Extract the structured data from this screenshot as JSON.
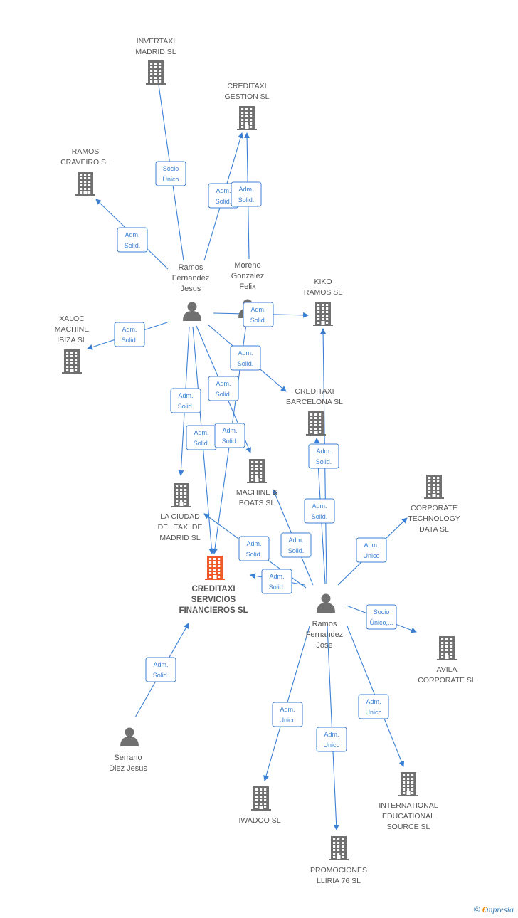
{
  "colors": {
    "edge": "#3b7fd3",
    "building": "#707070",
    "focus_building": "#f05a28",
    "person": "#707070",
    "label": "#555555"
  },
  "nodes": [
    {
      "id": "invertaxi",
      "kind": "company",
      "icon": "building-icon",
      "lines": [
        "INVERTAXI",
        "MADRID  SL"
      ]
    },
    {
      "id": "creditaxi_gestion",
      "kind": "company",
      "icon": "building-icon",
      "lines": [
        "CREDITAXI",
        "GESTION SL"
      ]
    },
    {
      "id": "ramos_craveiro",
      "kind": "company",
      "icon": "building-icon",
      "lines": [
        "RAMOS",
        "CRAVEIRO SL"
      ]
    },
    {
      "id": "ramos_fernandez_jesus",
      "kind": "person",
      "icon": "person-icon",
      "lines": [
        "Ramos",
        "Fernandez",
        "Jesus"
      ]
    },
    {
      "id": "moreno_gonzalez",
      "kind": "person",
      "icon": "person-icon",
      "lines": [
        "Moreno",
        "Gonzalez",
        "Felix"
      ]
    },
    {
      "id": "kiko_ramos",
      "kind": "company",
      "icon": "building-icon",
      "lines": [
        "KIKO",
        "RAMOS SL"
      ]
    },
    {
      "id": "xaloc",
      "kind": "company",
      "icon": "building-icon",
      "lines": [
        "XALOC",
        "MACHINE",
        "IBIZA SL"
      ]
    },
    {
      "id": "creditaxi_barcelona",
      "kind": "company",
      "icon": "building-icon",
      "lines": [
        "CREDITAXI",
        "BARCELONA SL"
      ]
    },
    {
      "id": "machine_boats",
      "kind": "company",
      "icon": "building-icon",
      "lines": [
        "MACHINE &",
        "BOATS SL"
      ]
    },
    {
      "id": "la_ciudad",
      "kind": "company",
      "icon": "building-icon",
      "lines": [
        "LA CIUDAD",
        "DEL TAXI DE",
        "MADRID  SL"
      ]
    },
    {
      "id": "corporate_tech",
      "kind": "company",
      "icon": "building-icon",
      "lines": [
        "CORPORATE",
        "TECHNOLOGY",
        "DATA SL"
      ]
    },
    {
      "id": "creditaxi_servicios",
      "kind": "focus",
      "icon": "building-icon",
      "lines": [
        "CREDITAXI",
        "SERVICIOS",
        "FINANCIEROS SL"
      ]
    },
    {
      "id": "ramos_fernandez_jose",
      "kind": "person",
      "icon": "person-icon",
      "lines": [
        "Ramos",
        "Fernandez",
        "Jose"
      ]
    },
    {
      "id": "avila",
      "kind": "company",
      "icon": "building-icon",
      "lines": [
        "AVILA",
        "CORPORATE SL"
      ]
    },
    {
      "id": "serrano",
      "kind": "person",
      "icon": "person-icon",
      "lines": [
        "Serrano",
        "Diez Jesus"
      ]
    },
    {
      "id": "iwadoo",
      "kind": "company",
      "icon": "building-icon",
      "lines": [
        "IWADOO SL"
      ]
    },
    {
      "id": "international",
      "kind": "company",
      "icon": "building-icon",
      "lines": [
        "INTERNATIONAL",
        "EDUCATIONAL",
        "SOURCE SL"
      ]
    },
    {
      "id": "promociones",
      "kind": "company",
      "icon": "building-icon",
      "lines": [
        "PROMOCIONES",
        "LLIRIA 76 SL"
      ]
    }
  ],
  "edges": [
    {
      "from": "ramos_fernandez_jesus",
      "to": "invertaxi",
      "label": [
        "Socio",
        "Único"
      ]
    },
    {
      "from": "ramos_fernandez_jesus",
      "to": "creditaxi_gestion",
      "label": [
        "Adm.",
        "Solid."
      ]
    },
    {
      "from": "moreno_gonzalez",
      "to": "creditaxi_gestion",
      "label": [
        "Adm.",
        "Solid."
      ]
    },
    {
      "from": "ramos_fernandez_jesus",
      "to": "ramos_craveiro",
      "label": [
        "Adm.",
        "Solid."
      ]
    },
    {
      "from": "ramos_fernandez_jesus",
      "to": "xaloc",
      "label": [
        "Adm.",
        "Solid."
      ]
    },
    {
      "from": "ramos_fernandez_jesus",
      "to": "kiko_ramos",
      "label": [
        "Adm.",
        "Solid."
      ]
    },
    {
      "from": "ramos_fernandez_jesus",
      "to": "creditaxi_barcelona",
      "label": [
        "Adm.",
        "Solid."
      ]
    },
    {
      "from": "ramos_fernandez_jesus",
      "to": "la_ciudad",
      "label": [
        "Adm.",
        "Solid."
      ]
    },
    {
      "from": "ramos_fernandez_jesus",
      "to": "machine_boats",
      "label": [
        "Adm.",
        "Solid."
      ]
    },
    {
      "from": "ramos_fernandez_jesus",
      "to": "creditaxi_servicios",
      "label": [
        "Adm.",
        "Solid."
      ]
    },
    {
      "from": "moreno_gonzalez",
      "to": "creditaxi_servicios",
      "label": [
        "Adm.",
        "Solid."
      ]
    },
    {
      "from": "ramos_fernandez_jose",
      "to": "creditaxi_barcelona",
      "label": [
        "Adm.",
        "Solid."
      ]
    },
    {
      "from": "ramos_fernandez_jose",
      "to": "kiko_ramos",
      "label": [
        "Adm.",
        "Solid."
      ]
    },
    {
      "from": "ramos_fernandez_jose",
      "to": "machine_boats",
      "label": [
        "Adm.",
        "Solid."
      ]
    },
    {
      "from": "ramos_fernandez_jose",
      "to": "la_ciudad",
      "label": [
        "Adm.",
        "Solid."
      ]
    },
    {
      "from": "ramos_fernandez_jose",
      "to": "creditaxi_servicios",
      "label": [
        "Adm.",
        "Solid."
      ]
    },
    {
      "from": "ramos_fernandez_jose",
      "to": "corporate_tech",
      "label": [
        "Adm.",
        "Unico"
      ]
    },
    {
      "from": "ramos_fernandez_jose",
      "to": "avila",
      "label": [
        "Socio",
        "Único,..."
      ]
    },
    {
      "from": "ramos_fernandez_jose",
      "to": "iwadoo",
      "label": [
        "Adm.",
        "Unico"
      ]
    },
    {
      "from": "ramos_fernandez_jose",
      "to": "promociones",
      "label": [
        "Adm.",
        "Unico"
      ]
    },
    {
      "from": "ramos_fernandez_jose",
      "to": "international",
      "label": [
        "Adm.",
        "Unico"
      ]
    },
    {
      "from": "serrano",
      "to": "creditaxi_servicios",
      "label": [
        "Adm.",
        "Solid."
      ]
    }
  ],
  "copyright": {
    "symbol": "©",
    "brand_initial": "€",
    "brand_rest": "mpresia"
  }
}
